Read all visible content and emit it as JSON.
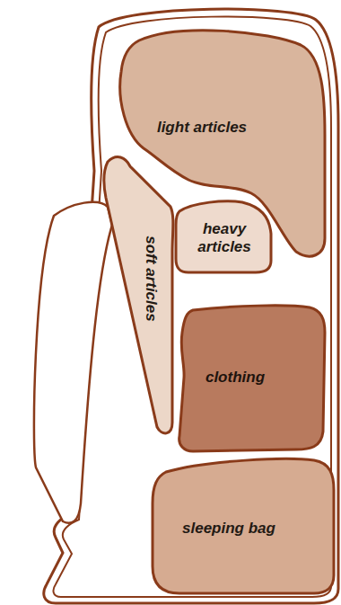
{
  "diagram": {
    "nodes": [
      {
        "text": [
          "light articles"
        ]
      },
      {
        "text": [
          "soft articles"
        ]
      },
      {
        "text": [
          "heavy articles"
        ]
      },
      {
        "text": [
          "clothing"
        ]
      },
      {
        "text": [
          "sleeping bag"
        ]
      }
    ]
  }
}
